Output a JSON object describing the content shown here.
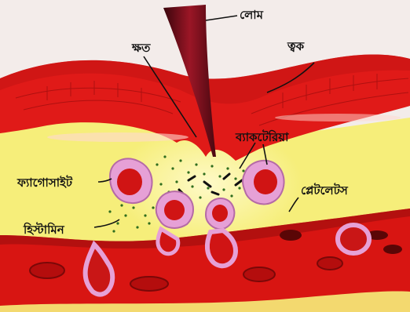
{
  "labels": {
    "hair": "লোম",
    "skin": "ত্বক",
    "wound": "ক্ষত",
    "bacteria": "ব্যাকটেরিয়া",
    "phagocyte": "ফ্যাগোসাইট",
    "platelets": "প্লেটলেটস",
    "histamine": "হিস্টামিন"
  },
  "colors": {
    "skin_red": "#e01a18",
    "skin_dark": "#b01010",
    "fat_yellow": "#f6ee7a",
    "bacteria_green": "#2f6d1e",
    "phagocyte_pink": "#e6a0d6",
    "blood_red": "#d81512",
    "hair": "#7a0f1c"
  }
}
